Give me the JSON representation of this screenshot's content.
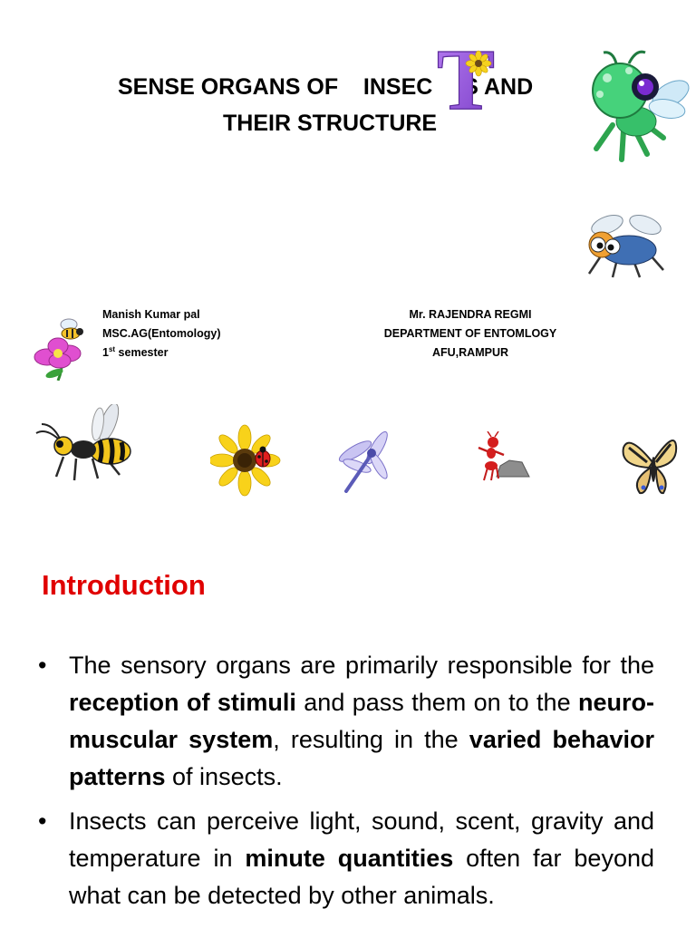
{
  "title": {
    "line1_a": "SENSE ORGANS OF",
    "line1_b": "INSEC",
    "big_letter": "T",
    "line1_c": "S AND",
    "line2": "THEIR STRUCTURE"
  },
  "author_left": {
    "name": "Manish Kumar pal",
    "course": "MSC.AG(Entomology)",
    "semester_num": "1",
    "semester_sup": "st",
    "semester_rest": " semester"
  },
  "author_right": {
    "name": "Mr. RAJENDRA REGMI",
    "department": "DEPARTMENT OF ENTOMLOGY",
    "institution": "AFU,RAMPUR"
  },
  "section": {
    "heading": "Introduction",
    "heading_color": "#e00000"
  },
  "bullets": [
    {
      "bullet": "•",
      "t1": "The sensory organs are primarily responsible for the ",
      "b1": "reception of stimuli",
      "t2": " and pass them on to the ",
      "b2": "neuro-muscular system",
      "t3": ", resulting in the ",
      "b3": "varied behavior patterns",
      "t4": " of insects."
    },
    {
      "bullet": "•",
      "t1": "Insects can perceive light, sound, scent, gravity and temperature in ",
      "b1": "minute quantities",
      "t2": " often far beyond what can be detected by other animals."
    }
  ],
  "illustrations": [
    "t-letter-flower",
    "green-bug",
    "fly",
    "bee-on-flower",
    "wasp",
    "sunflower-ladybug",
    "dragonfly",
    "ant-with-rock",
    "butterfly"
  ]
}
